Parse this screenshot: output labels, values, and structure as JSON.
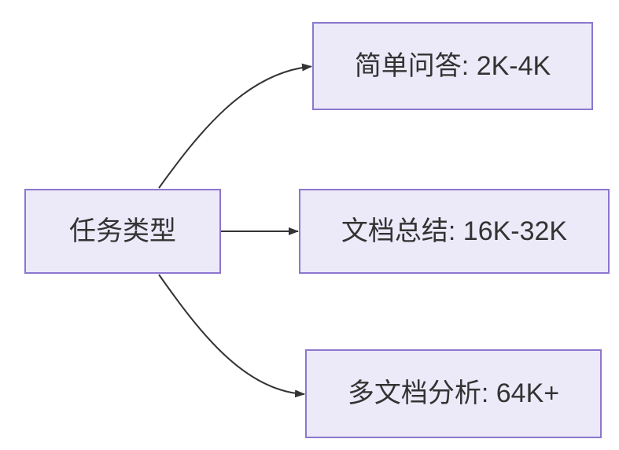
{
  "diagram": {
    "type": "flowchart",
    "direction": "left-to-right",
    "root": {
      "label": "任务类型"
    },
    "branches": [
      {
        "label": "简单问答: 2K-4K"
      },
      {
        "label": "文档总结: 16K-32K"
      },
      {
        "label": "多文档分析: 64K+"
      }
    ],
    "colors": {
      "node_fill": "#ECEAF9",
      "node_border": "#8C77CE",
      "edge": "#333333",
      "text": "#333333",
      "background": "#FFFFFF"
    }
  }
}
